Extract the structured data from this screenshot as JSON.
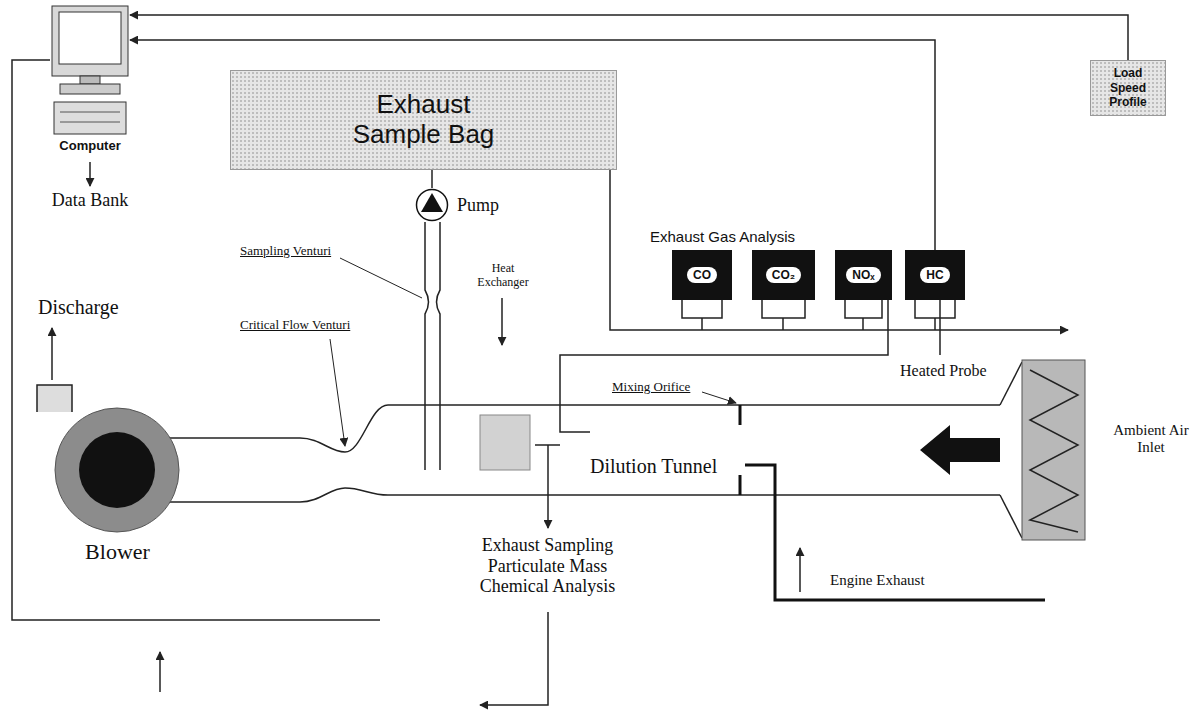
{
  "diagram": {
    "nodes": [
      {
        "text": [
          "Computer"
        ]
      },
      {
        "text": [
          "Exhaust Sample Bag"
        ]
      },
      {
        "text": [
          "Pump"
        ]
      },
      {
        "text": [
          "Load Speed Profile"
        ]
      },
      {
        "text": [
          "CO"
        ]
      },
      {
        "text": [
          "CO₂"
        ]
      },
      {
        "text": [
          "NOₓ"
        ]
      },
      {
        "text": [
          "HC"
        ]
      },
      {
        "text": [
          "Blower"
        ]
      }
    ],
    "edges": [
      {
        "from": 3,
        "to": 0,
        "arrow": "to"
      },
      {
        "from": 7,
        "to": 0,
        "arrow": "to"
      },
      {
        "from": 2,
        "to": 1,
        "arrow": "none"
      }
    ],
    "labels": [
      "Data Bank",
      "Exhaust Gas Analysis",
      "Sampling Venturi",
      "Heat Exchanger",
      "Discharge",
      "Critical Flow Venturi",
      "Mixing Orifice",
      "Heated Probe",
      "Dilution Tunnel",
      "Ambient Air Inlet",
      "Exhaust Sampling Particulate Mass Chemical Analysis",
      "Engine Exhaust"
    ]
  }
}
